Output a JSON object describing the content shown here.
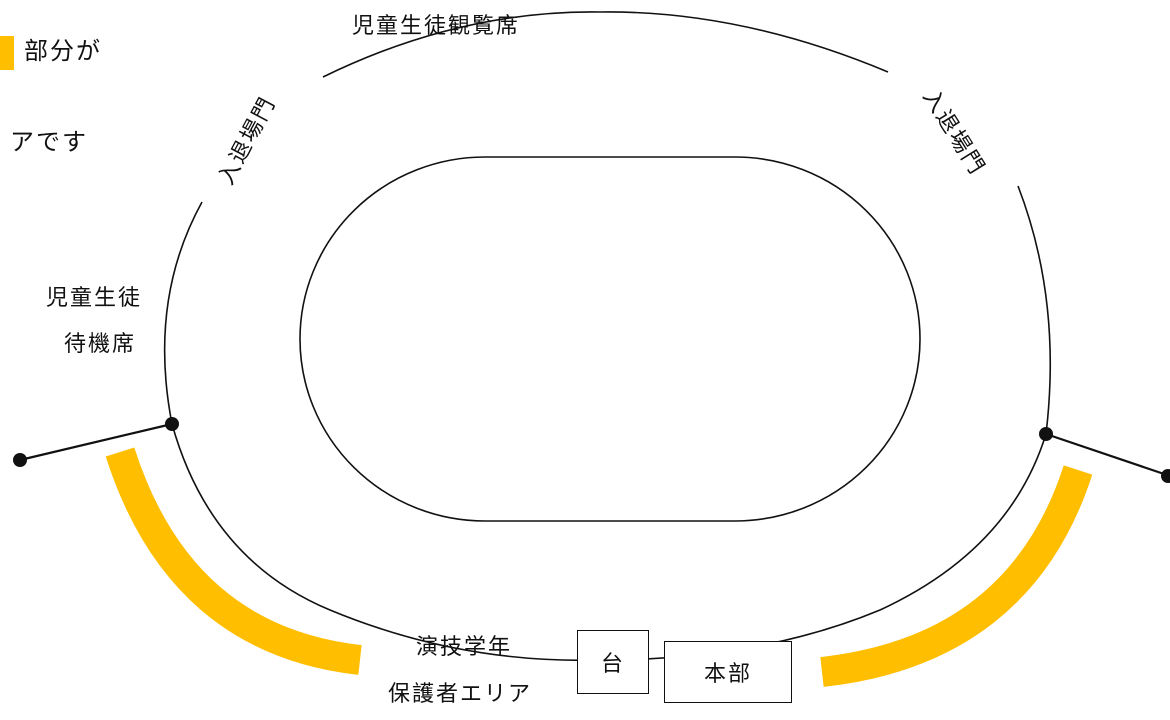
{
  "colors": {
    "accent": "#FFBE00",
    "line": "#111111"
  },
  "legend": {
    "line1": "部分が",
    "line2": "アです"
  },
  "labels": {
    "spectator_seats": "児童生徒観覧席",
    "gate_left": "入退場門",
    "gate_right": "入退場門",
    "waiting_line1": "児童生徒",
    "waiting_line2": "待機席",
    "performing_grade": "演技学年",
    "guardian_area": "保護者エリア",
    "podium": "台",
    "headquarters": "本部"
  }
}
